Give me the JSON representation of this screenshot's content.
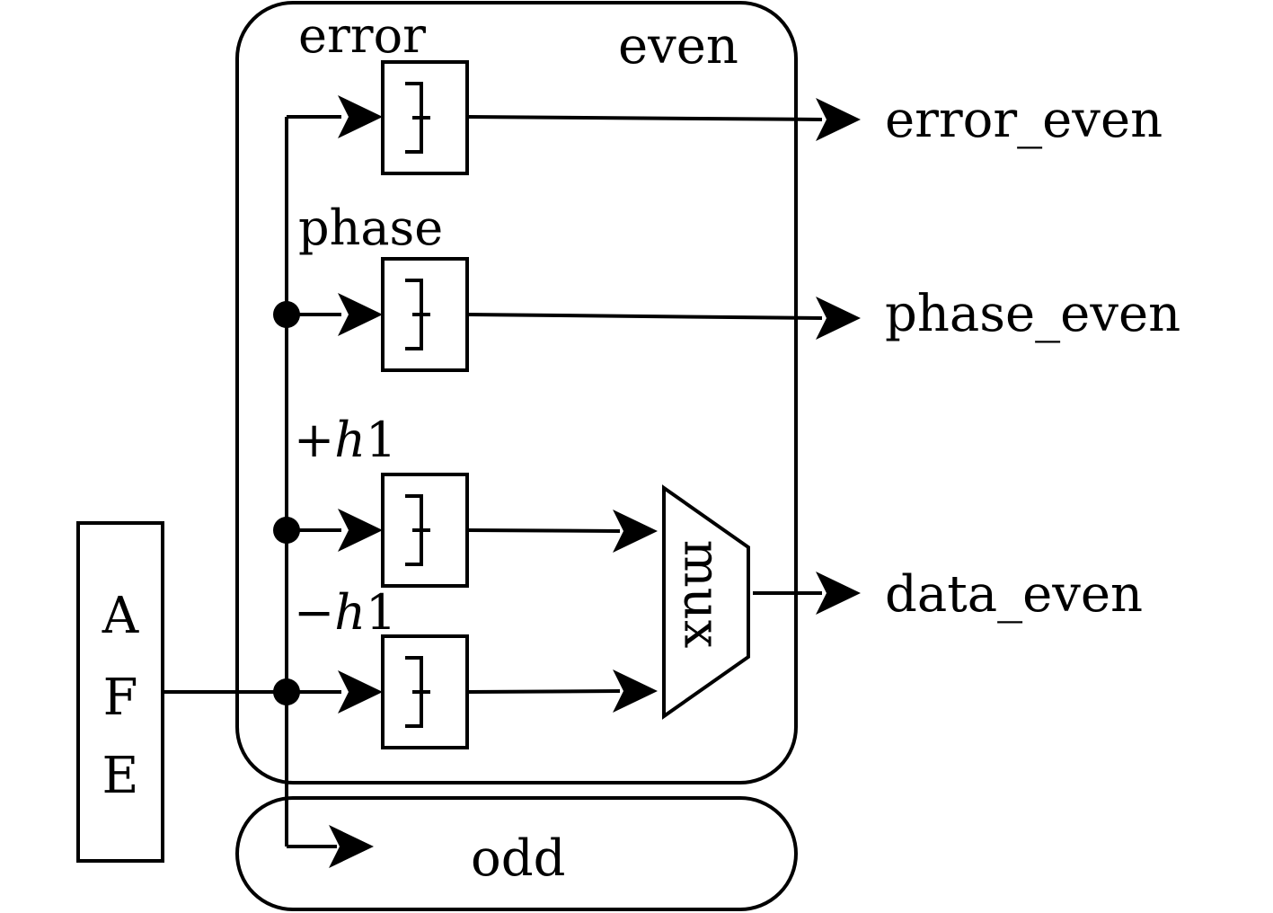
{
  "blocks": {
    "afe": {
      "letters": [
        "A",
        "F",
        "E"
      ]
    },
    "even_group": {
      "label": "even"
    },
    "odd_group": {
      "label": "odd"
    },
    "mux": {
      "label": "mux"
    }
  },
  "slicers": [
    {
      "id": "error",
      "label": "error"
    },
    {
      "id": "phase",
      "label": "phase"
    },
    {
      "id": "plus_h1",
      "label_sign": "+",
      "label_var": "h",
      "label_num": "1"
    },
    {
      "id": "minus_h1",
      "label_sign": "−",
      "label_var": "h",
      "label_num": "1"
    }
  ],
  "outputs": {
    "error": "error_even",
    "phase": "phase_even",
    "data": "data_even"
  },
  "colors": {
    "ink": "#000000",
    "background": "#ffffff"
  }
}
